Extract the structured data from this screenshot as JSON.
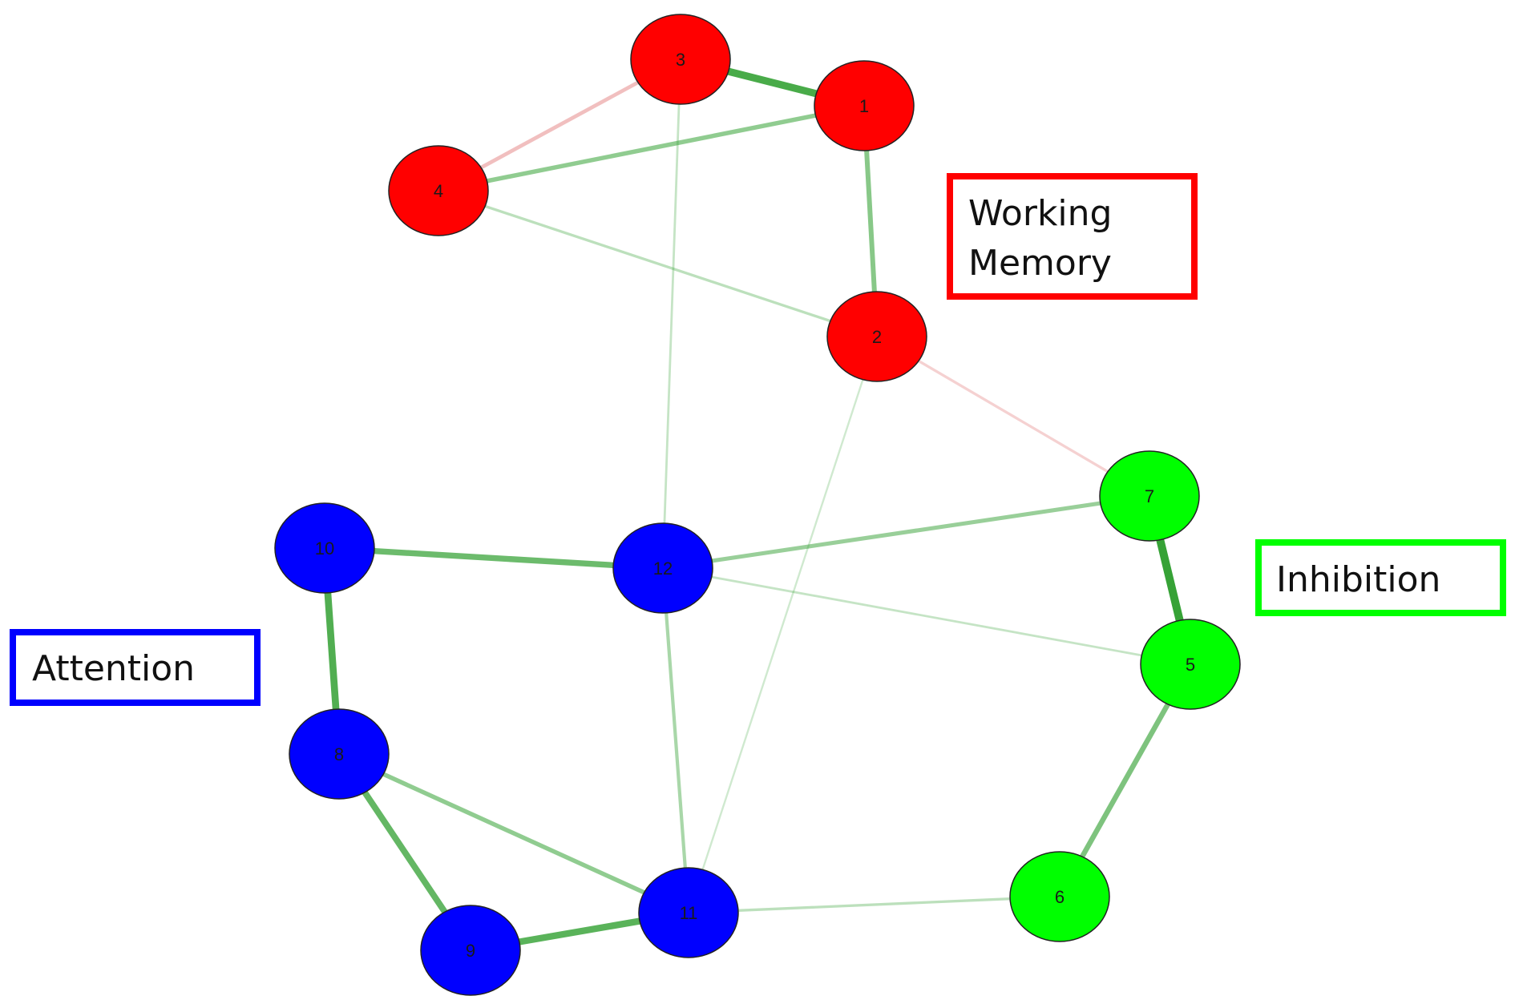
{
  "colors": {
    "working_memory": "#ff0000",
    "attention": "#0000ff",
    "inhibition": "#00ff00",
    "positive_edge": "#2e9e2e",
    "negative_edge": "#e07070",
    "node_border": "#222222"
  },
  "groups": [
    {
      "id": "working_memory",
      "label_lines": [
        "Working",
        "Memory"
      ],
      "color": "#ff0000"
    },
    {
      "id": "inhibition",
      "label_lines": [
        "Inhibition"
      ],
      "color": "#00ff00"
    },
    {
      "id": "attention",
      "label_lines": [
        "Attention"
      ],
      "color": "#0000ff"
    }
  ],
  "nodes": [
    {
      "id": "1",
      "label": "1",
      "group": "working_memory"
    },
    {
      "id": "2",
      "label": "2",
      "group": "working_memory"
    },
    {
      "id": "3",
      "label": "3",
      "group": "working_memory"
    },
    {
      "id": "4",
      "label": "4",
      "group": "working_memory"
    },
    {
      "id": "5",
      "label": "5",
      "group": "inhibition"
    },
    {
      "id": "6",
      "label": "6",
      "group": "inhibition"
    },
    {
      "id": "7",
      "label": "7",
      "group": "inhibition"
    },
    {
      "id": "8",
      "label": "8",
      "group": "attention"
    },
    {
      "id": "9",
      "label": "9",
      "group": "attention"
    },
    {
      "id": "10",
      "label": "10",
      "group": "attention"
    },
    {
      "id": "11",
      "label": "11",
      "group": "attention"
    },
    {
      "id": "12",
      "label": "12",
      "group": "attention"
    }
  ],
  "edges": [
    {
      "source": "3",
      "target": "1",
      "sign": "positive",
      "strength": 0.85
    },
    {
      "source": "3",
      "target": "4",
      "sign": "negative",
      "strength": 0.35
    },
    {
      "source": "4",
      "target": "1",
      "sign": "positive",
      "strength": 0.45
    },
    {
      "source": "1",
      "target": "2",
      "sign": "positive",
      "strength": 0.5
    },
    {
      "source": "4",
      "target": "2",
      "sign": "positive",
      "strength": 0.2
    },
    {
      "source": "3",
      "target": "12",
      "sign": "positive",
      "strength": 0.15
    },
    {
      "source": "2",
      "target": "7",
      "sign": "negative",
      "strength": 0.2
    },
    {
      "source": "2",
      "target": "11",
      "sign": "positive",
      "strength": 0.1
    },
    {
      "source": "1",
      "target": "2",
      "sign": "positive",
      "strength": 0.05
    },
    {
      "source": "7",
      "target": "5",
      "sign": "positive",
      "strength": 0.95
    },
    {
      "source": "5",
      "target": "6",
      "sign": "positive",
      "strength": 0.55
    },
    {
      "source": "12",
      "target": "7",
      "sign": "positive",
      "strength": 0.4
    },
    {
      "source": "12",
      "target": "5",
      "sign": "positive",
      "strength": 0.15
    },
    {
      "source": "10",
      "target": "12",
      "sign": "positive",
      "strength": 0.65
    },
    {
      "source": "10",
      "target": "8",
      "sign": "positive",
      "strength": 0.8
    },
    {
      "source": "12",
      "target": "11",
      "sign": "positive",
      "strength": 0.3
    },
    {
      "source": "8",
      "target": "11",
      "sign": "positive",
      "strength": 0.45
    },
    {
      "source": "8",
      "target": "9",
      "sign": "positive",
      "strength": 0.7
    },
    {
      "source": "9",
      "target": "11",
      "sign": "positive",
      "strength": 0.75
    },
    {
      "source": "11",
      "target": "6",
      "sign": "positive",
      "strength": 0.2
    }
  ]
}
